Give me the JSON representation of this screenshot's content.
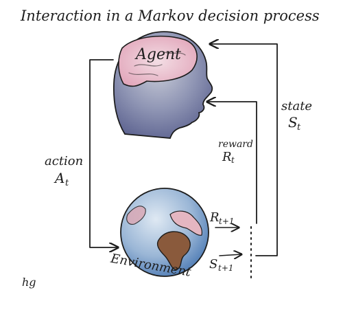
{
  "diagram": {
    "title": "Interaction in a Markov decision process",
    "agent_label": "Agent",
    "environment_label": "Environment",
    "action_label": "action",
    "action_symbol": "A",
    "action_sub": "t",
    "reward_label": "reward",
    "reward_symbol": "R",
    "reward_sub": "t",
    "state_label": "state",
    "state_symbol": "S",
    "state_sub": "t",
    "next_reward_symbol": "R",
    "next_reward_sub": "t+1",
    "next_state_symbol": "S",
    "next_state_sub": "t+1",
    "signature": "hg"
  }
}
